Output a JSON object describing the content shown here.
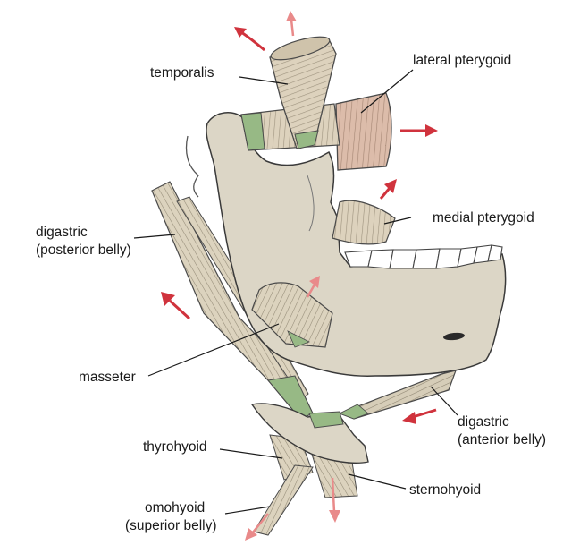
{
  "labels": {
    "temporalis": "temporalis",
    "lateral_pterygoid": "lateral pterygoid",
    "medial_pterygoid": "medial pterygoid",
    "digastric_posterior_1": "digastric",
    "digastric_posterior_2": "(posterior belly)",
    "masseter": "masseter",
    "digastric_anterior_1": "digastric",
    "digastric_anterior_2": "(anterior belly)",
    "thyrohyoid": "thyrohyoid",
    "sternohyoid": "sternohyoid",
    "omohyoid_1": "omohyoid",
    "omohyoid_2": "(superior belly)"
  },
  "colors": {
    "bone": "#dcd6c6",
    "bone_outline": "#3a3a3a",
    "muscle": "#d9cdb8",
    "muscle_pink": "#d8b6a4",
    "tendon": "#8fb07a",
    "arrow_dark": "#d0333d",
    "arrow_light": "#e98a8a"
  }
}
